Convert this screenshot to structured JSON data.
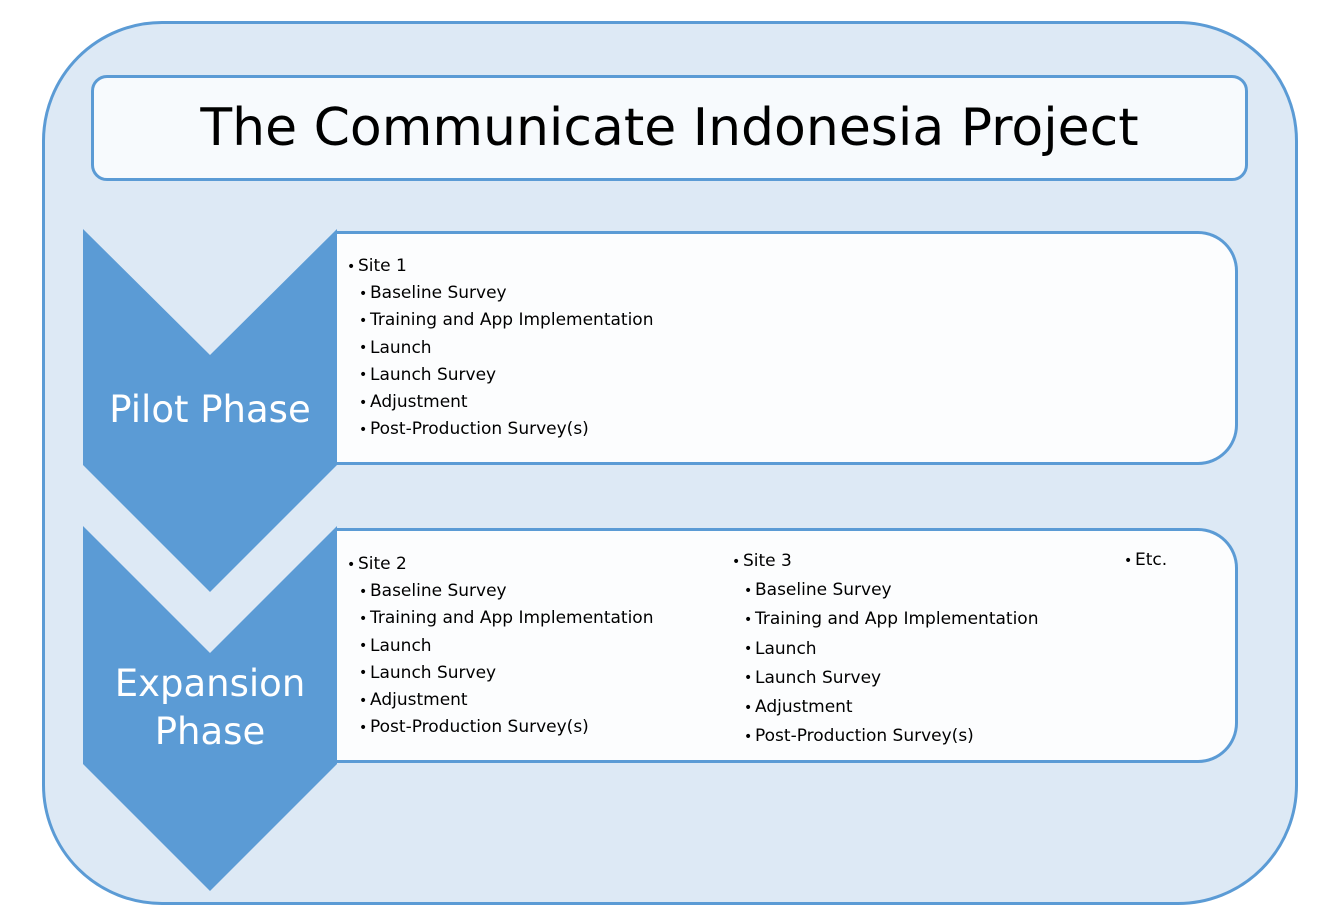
{
  "title": "The Communicate Indonesia Project",
  "colors": {
    "frame_fill": "#dde9f5",
    "frame_border": "#5b9bd5",
    "chevron_fill": "#5b9bd5",
    "box_fill": "#fcfdfe",
    "phase_text": "#ffffff",
    "body_text": "#000000"
  },
  "phases": [
    {
      "label": "Pilot Phase",
      "sites": [
        {
          "name": "Site 1",
          "steps": [
            "Baseline Survey",
            "Training and App Implementation",
            "Launch",
            "Launch Survey",
            "Adjustment",
            "Post-Production Survey(s)"
          ]
        }
      ]
    },
    {
      "label_lines": [
        "Expansion",
        "Phase"
      ],
      "sites": [
        {
          "name": "Site 2",
          "steps": [
            "Baseline Survey",
            "Training and App Implementation",
            "Launch",
            "Launch Survey",
            "Adjustment",
            "Post-Production Survey(s)"
          ]
        },
        {
          "name": "Site 3",
          "steps": [
            "Baseline Survey",
            "Training and App Implementation",
            "Launch",
            "Launch Survey",
            "Adjustment",
            "Post-Production Survey(s)"
          ]
        },
        {
          "name": "Etc.",
          "steps": []
        }
      ]
    }
  ],
  "bullet_glyph": "•"
}
